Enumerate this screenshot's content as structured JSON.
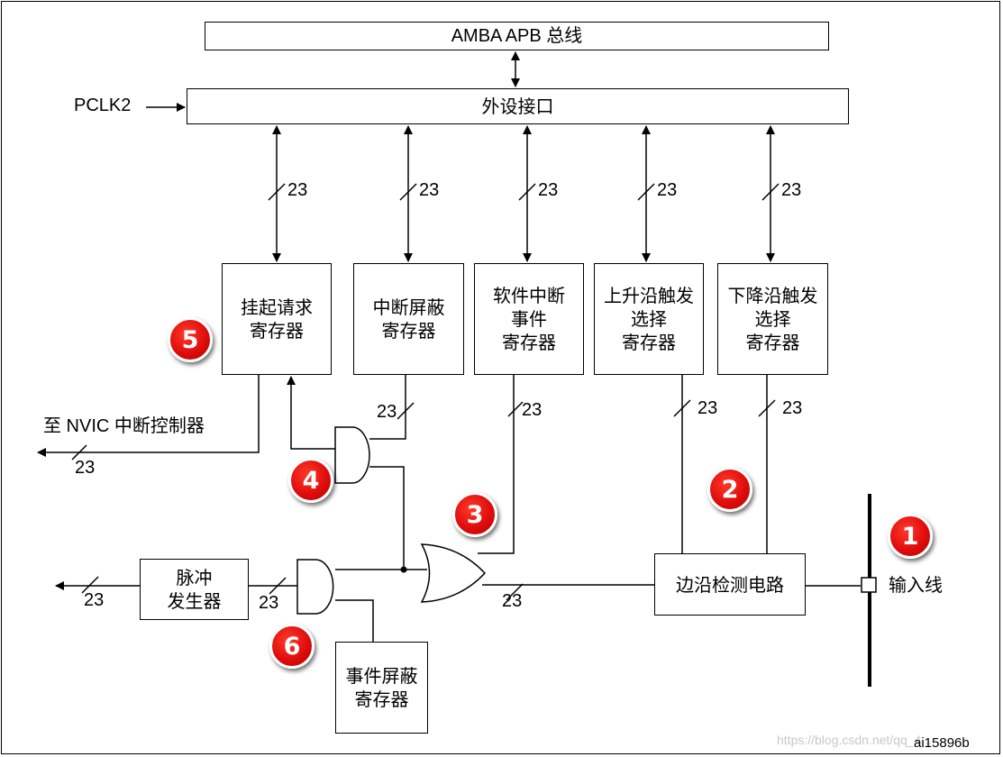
{
  "bus": {
    "amba_apb": "AMBA APB 总线",
    "peripheral_interface": "外设接口",
    "pclk2": "PCLK2"
  },
  "registers": {
    "pending": "挂起请求\n寄存器",
    "int_mask": "中断屏蔽\n寄存器",
    "sw_int_event": "软件中断\n事件\n寄存器",
    "rising_trigger": "上升沿触发\n选择\n寄存器",
    "falling_trigger": "下降沿触发\n选择\n寄存器",
    "event_mask": "事件屏蔽\n寄存器"
  },
  "blocks": {
    "pulse_generator": "脉冲\n发生器",
    "edge_detect": "边沿检测电路"
  },
  "labels": {
    "to_nvic": "至 NVIC 中断控制器",
    "input_line": "输入线",
    "bus_width": "23",
    "figure_id": "ai15896b"
  },
  "badges": [
    "1",
    "2",
    "3",
    "4",
    "5",
    "6"
  ],
  "watermark": "https://blog.csdn.net/qq_4..."
}
